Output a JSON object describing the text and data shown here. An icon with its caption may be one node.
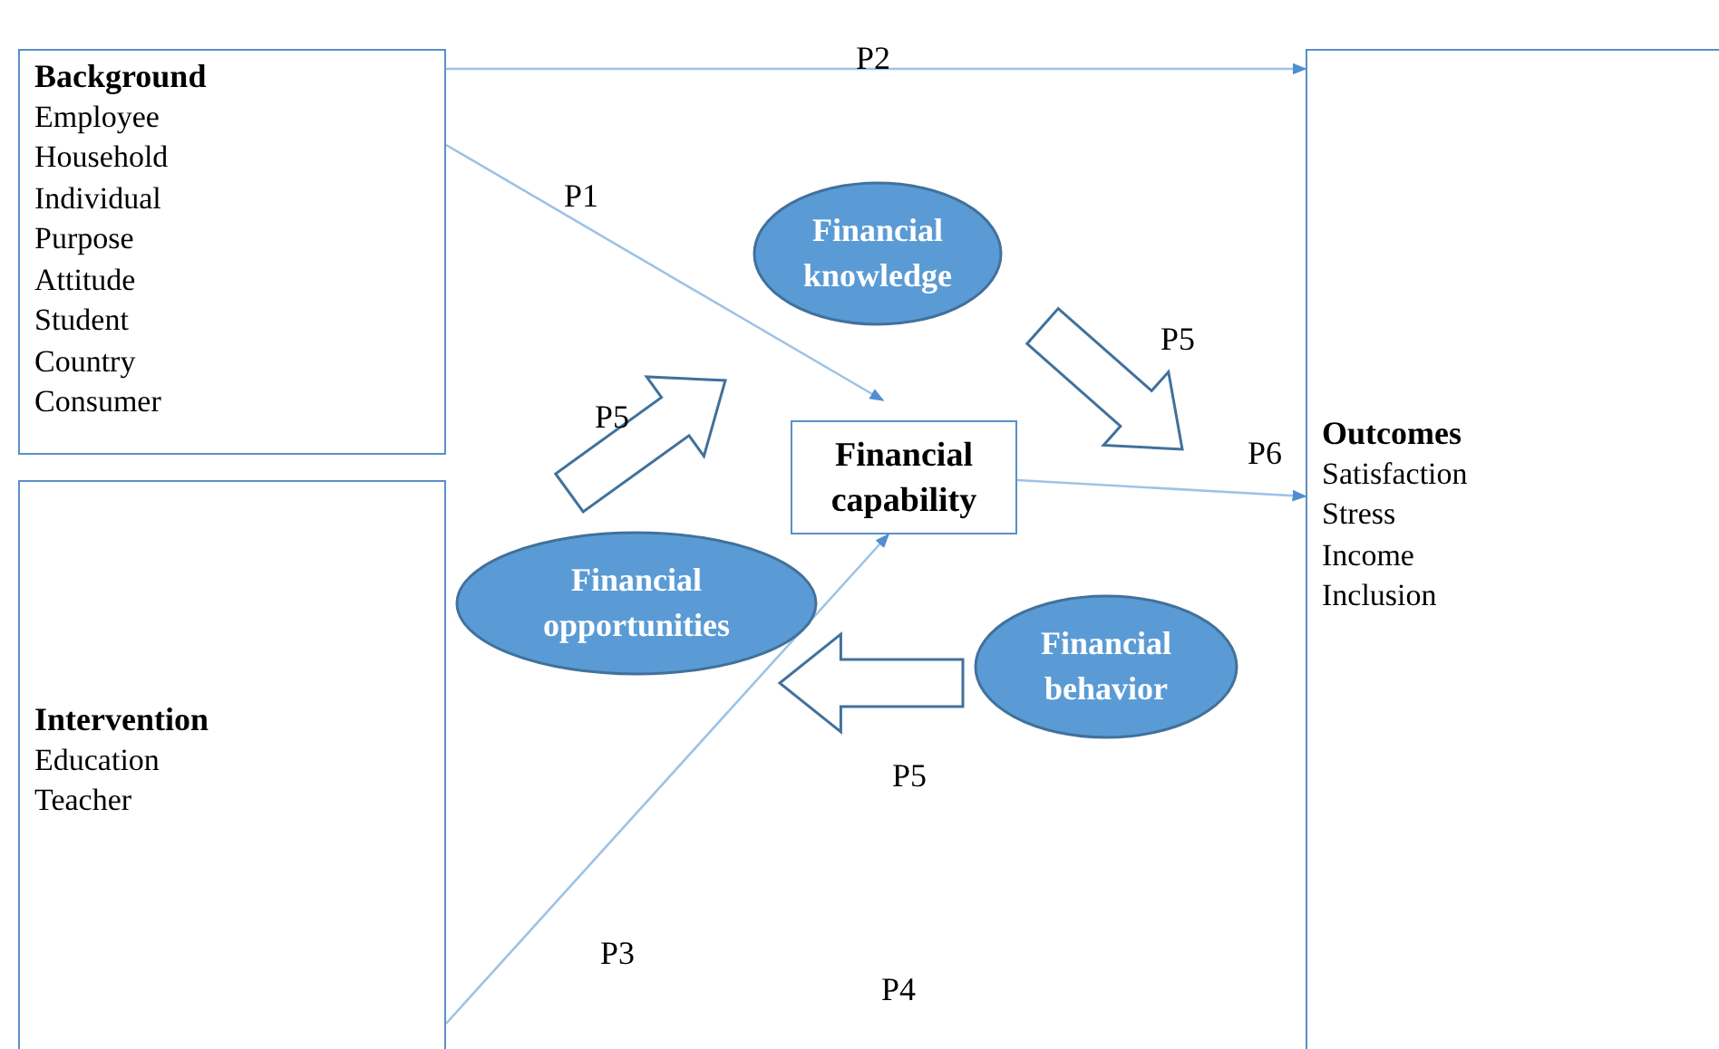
{
  "diagram": {
    "nodes": [
      {
        "text": [
          "Background",
          "Employee",
          "Household",
          "Individual",
          "Purpose",
          "Attitude",
          "Student",
          "Country",
          "Consumer"
        ]
      },
      {
        "text": [
          "Intervention",
          "Education",
          "Teacher"
        ]
      },
      {
        "text": [
          "Financial knowledge"
        ]
      },
      {
        "text": [
          "Financial capability"
        ]
      },
      {
        "text": [
          "Financial opportunities"
        ]
      },
      {
        "text": [
          "Financial behavior"
        ]
      },
      {
        "text": [
          "Outcomes",
          "Satisfaction",
          "Stress",
          "Income",
          "Inclusion"
        ]
      }
    ],
    "edges": [
      {
        "from": 0,
        "to": 6,
        "arrow": "to",
        "label": "P2"
      },
      {
        "from": 0,
        "to": 3,
        "arrow": "to",
        "label": "P1"
      },
      {
        "from": 1,
        "to": 3,
        "arrow": "to",
        "label": "P3"
      },
      {
        "from": 3,
        "to": 6,
        "arrow": "to",
        "label": "P6"
      },
      {
        "from": 4,
        "to": 3,
        "arrow": "to",
        "label": "P5",
        "style": "thick"
      },
      {
        "from": 2,
        "to": 3,
        "arrow": "to",
        "label": "P5",
        "style": "thick"
      },
      {
        "from": 5,
        "to": 3,
        "arrow": "to",
        "label": "P5",
        "style": "thick"
      }
    ],
    "labels": [
      "P4"
    ]
  }
}
